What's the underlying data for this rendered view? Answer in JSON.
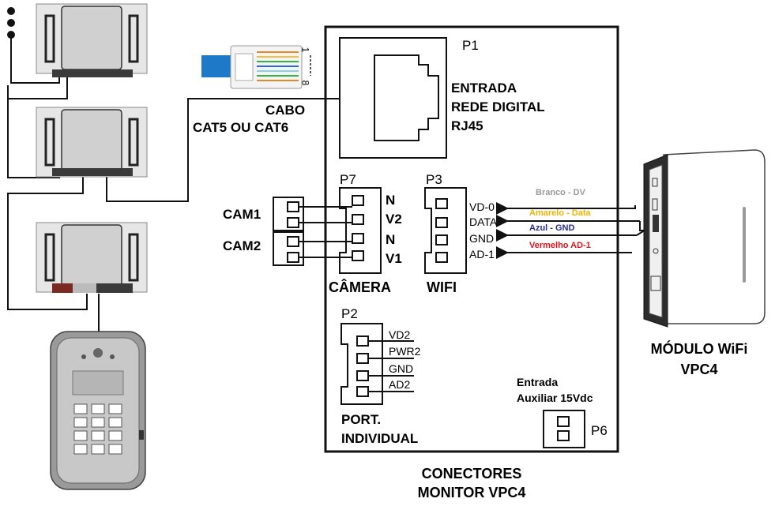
{
  "monitor": {
    "p1_label": "P1",
    "rj45_lines": [
      "ENTRADA",
      "REDE DIGITAL",
      "RJ45"
    ],
    "p7_label": "P7",
    "p3_label": "P3",
    "p2_label": "P2",
    "p6_label": "P6",
    "camera_label": "CÂMERA",
    "wifi_label": "WIFI",
    "p7_pins": [
      "N",
      "V2",
      "N",
      "V1"
    ],
    "p3_pins": [
      "VD-0",
      "DATA",
      "GND",
      "AD-1"
    ],
    "p2_pins": [
      "VD2",
      "PWR2",
      "GND",
      "AD2"
    ],
    "port_individual_lines": [
      "PORT.",
      "INDIVIDUAL"
    ],
    "aux_input_lines": [
      "Entrada",
      "Auxiliar 15Vdc"
    ],
    "title_lines": [
      "CONECTORES",
      "MONITOR VPC4"
    ]
  },
  "cable": {
    "lines": [
      "CABO",
      "CAT5 OU CAT6"
    ],
    "pin_first": "1",
    "pin_last": "8"
  },
  "cameras": [
    "CAM1",
    "CAM2"
  ],
  "wifi_module": {
    "title_lines": [
      "MÓDULO WiFi",
      "VPC4"
    ],
    "wires": [
      {
        "label": "Branco - DV",
        "color": "#9a9a9a"
      },
      {
        "label": "Amarelo - Data",
        "color": "#f2b400"
      },
      {
        "label": "Azul - GND",
        "color": "#2a2a8c"
      },
      {
        "label": "Vermelho AD-1",
        "color": "#e0141c"
      }
    ]
  },
  "colors": {
    "line": "#111111",
    "device_body": "#d4d4d4",
    "device_dark": "#3a3a3a",
    "cable_blue": "#1e7ac8"
  },
  "icons": [
    "interfone-module-icon",
    "porteiro-keypad-icon",
    "rj45-plug-icon",
    "wifi-module-icon"
  ]
}
